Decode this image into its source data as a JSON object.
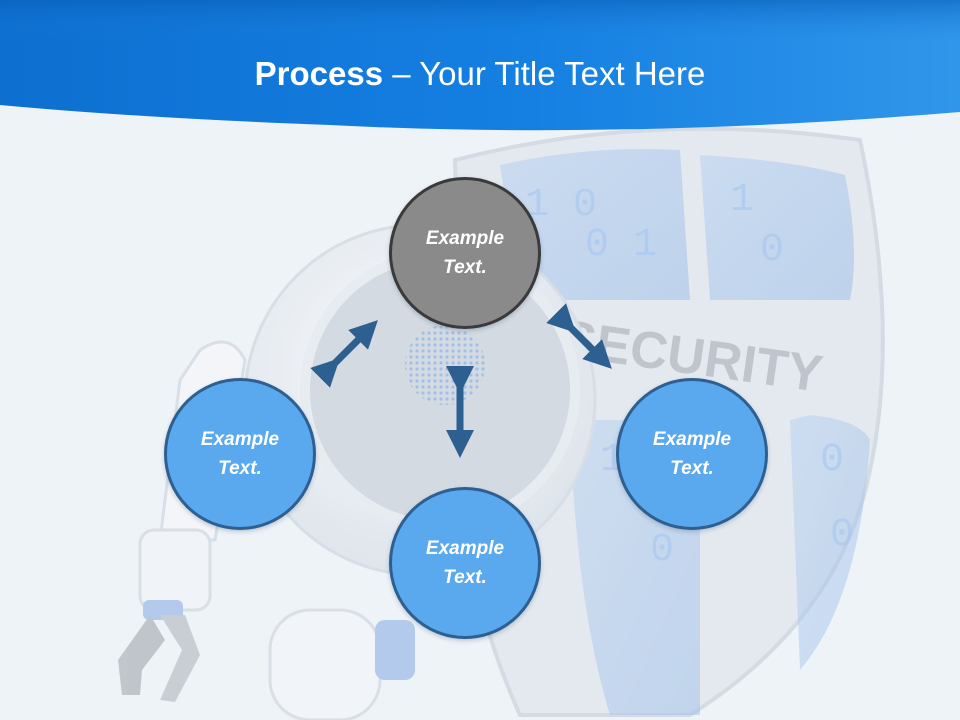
{
  "slide": {
    "title_bold": "Process",
    "title_sep": " – ",
    "title_rest": "Your Title Text Here",
    "accent_color": "#1a78d6",
    "background_color": "#eef3f8"
  },
  "diagram": {
    "nodes": [
      {
        "id": "top",
        "line1": "Example",
        "line2": "Text.",
        "color": "#8a8a8a"
      },
      {
        "id": "left",
        "line1": "Example",
        "line2": "Text.",
        "color": "#5aa9ee"
      },
      {
        "id": "right",
        "line1": "Example",
        "line2": "Text.",
        "color": "#5aa9ee"
      },
      {
        "id": "bottom",
        "line1": "Example",
        "line2": "Text.",
        "color": "#5aa9ee"
      }
    ],
    "arrow_color": "#2e5f91"
  },
  "background_art": {
    "description_icon": "robot-security-shield-illustration"
  }
}
